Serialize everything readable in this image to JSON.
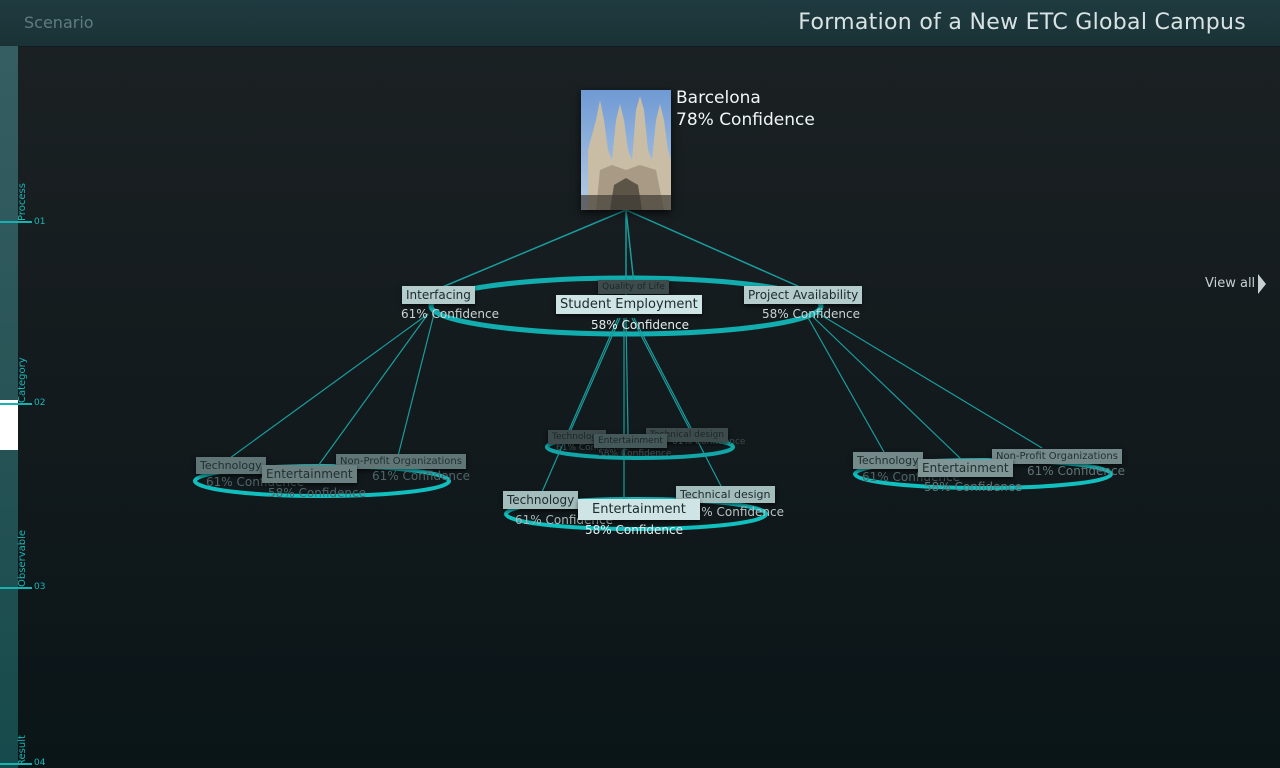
{
  "header": {
    "breadcrumb": "Scenario",
    "title": "Formation of a New ETC Global Campus"
  },
  "steps": [
    {
      "label": "Process",
      "number": "01"
    },
    {
      "label": "Category",
      "number": "02"
    },
    {
      "label": "Observable",
      "number": "03"
    },
    {
      "label": "Result",
      "number": "04"
    }
  ],
  "active_step": "Category",
  "root": {
    "name": "Barcelona",
    "confidence": "78% Confidence",
    "image_icon": "cathedral-photo"
  },
  "level1": [
    {
      "name": "Interfacing",
      "confidence": "61% Confidence"
    },
    {
      "name": "Quality of Life",
      "confidence": ""
    },
    {
      "name": "Student Employment",
      "confidence": "58% Confidence"
    },
    {
      "name": "Project Availability",
      "confidence": "58% Confidence"
    }
  ],
  "clusters": {
    "left": [
      {
        "name": "Technology",
        "confidence": "61% Confidence"
      },
      {
        "name": "Entertainment",
        "confidence": "58% Confidence"
      },
      {
        "name": "Non-Profit Organizations",
        "confidence": "61% Confidence"
      }
    ],
    "center_back": [
      {
        "name": "Technology",
        "confidence": "61% Confidence"
      },
      {
        "name": "Entertainment",
        "confidence": "58% Confidence"
      },
      {
        "name": "Technical design",
        "confidence": "61% Confidence"
      }
    ],
    "center_front": [
      {
        "name": "Technology",
        "confidence": "61% Confidence"
      },
      {
        "name": "Entertainment",
        "confidence": "58% Confidence"
      },
      {
        "name": "Technical design",
        "confidence": "61% Confidence"
      }
    ],
    "right": [
      {
        "name": "Technology",
        "confidence": "61% Confidence"
      },
      {
        "name": "Entertainment",
        "confidence": "58% Confidence"
      },
      {
        "name": "Non-Profit Organizations",
        "confidence": "61% Confidence"
      }
    ]
  },
  "view_all": "View all",
  "colors": {
    "accent": "#14b3b3",
    "ring": "#11bcbc",
    "link": "#1a9c9c"
  }
}
